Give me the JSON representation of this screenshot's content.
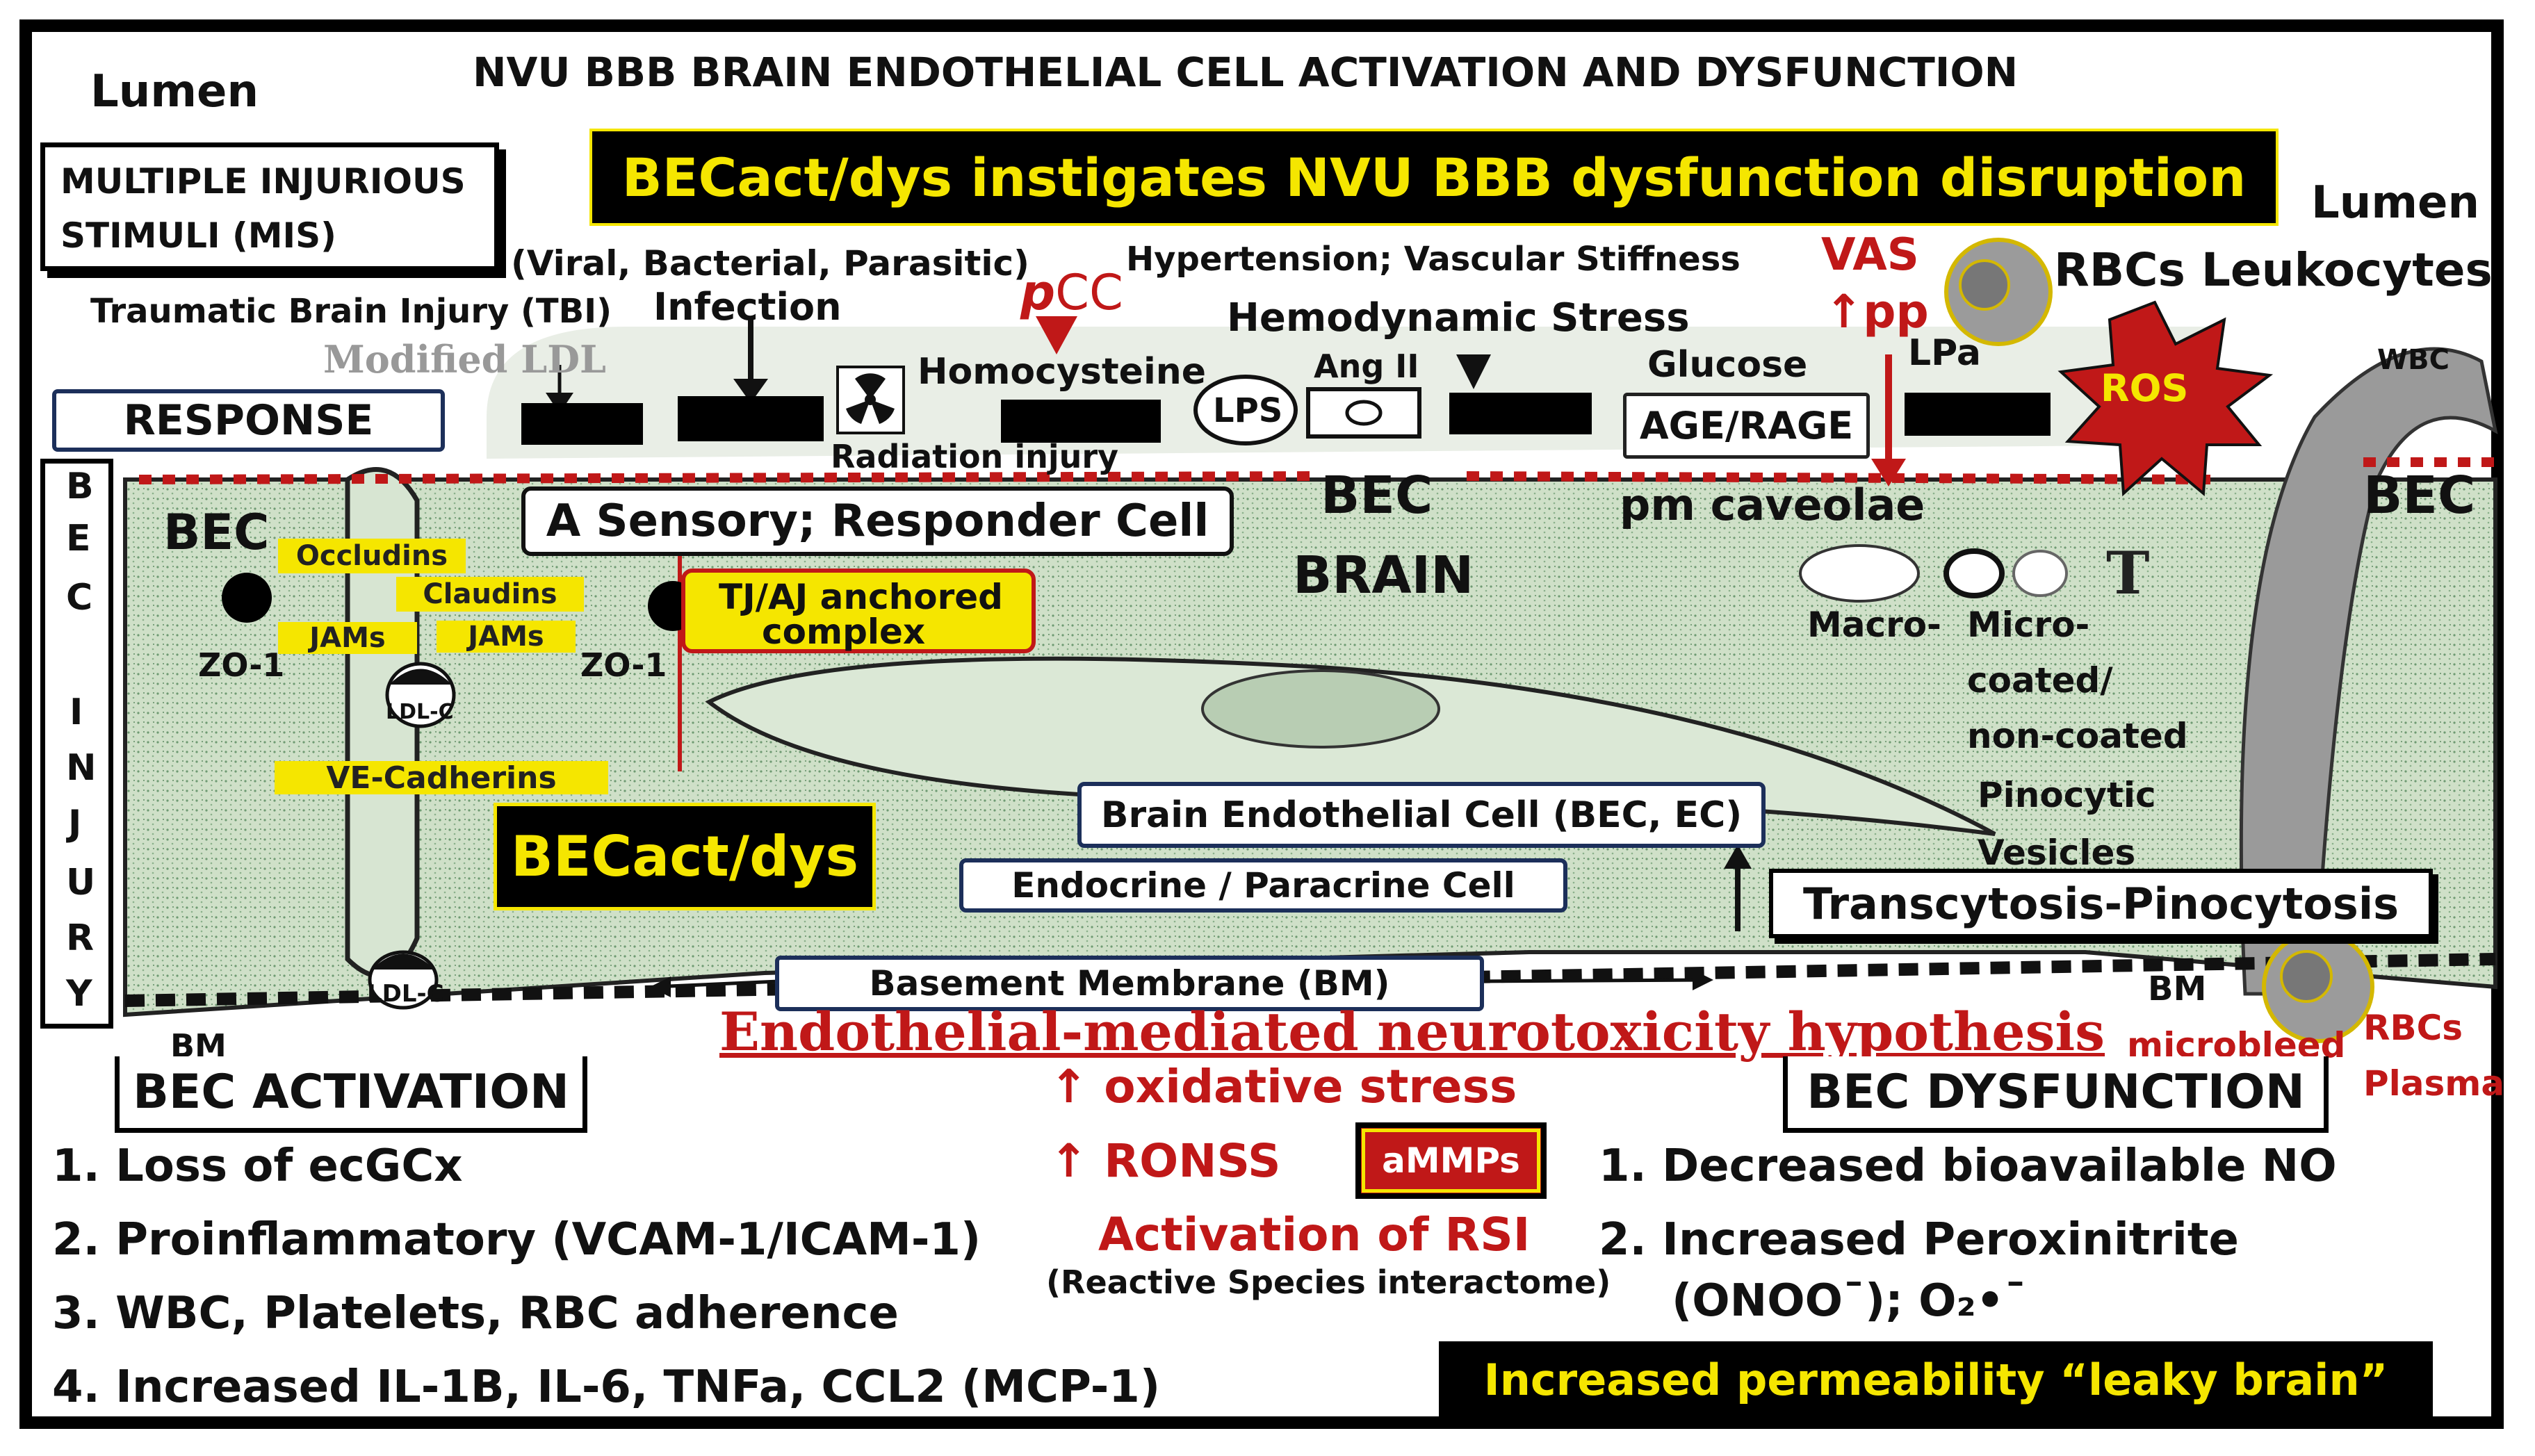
{
  "title": "NVU BBB BRAIN ENDOTHELIAL CELL ACTIVATION AND DYSFUNCTION",
  "banner": "BECact/dys instigates NVU BBB dysfunction disruption",
  "lumen_left": "Lumen",
  "lumen_right": "Lumen",
  "mis_line1": "MULTIPLE INJURIOUS",
  "mis_line2": "STIMULI (MIS)",
  "stimuli": {
    "viral": "(Viral, Bacterial, Parasitic)",
    "hypertension": "Hypertension; Vascular Stiffness",
    "tbi": "Traumatic Brain Injury (TBI)",
    "infection": "Infection",
    "pcc_p": "p",
    "pcc_cc": "CC",
    "hemodynamic": "Hemodynamic Stress",
    "vas": "VAS",
    "pp": "↑pp",
    "rbcs_leuk": "RBCs Leukocytes",
    "modified_ldl": "Modified LDL",
    "homocysteine": "Homocysteine",
    "ang2": "Ang II",
    "glucose": "Glucose",
    "lpa": "LPa",
    "ros": "ROS",
    "wbc": "WBC",
    "lps": "LPS",
    "age_rage": "AGE/RAGE",
    "radiation": "Radiation injury",
    "pm_caveolae": "pm caveolae"
  },
  "response": "RESPONSE",
  "bec_injury": [
    "B",
    "E",
    "C",
    "I",
    "N",
    "J",
    "U",
    "R",
    "Y"
  ],
  "cell": {
    "bec_left": "BEC",
    "bec_mid": "BEC",
    "bec_right": "BEC",
    "brain": "BRAIN",
    "sensory": "A Sensory; Responder Cell",
    "occludins": "Occludins",
    "claudins": "Claudins",
    "jams1": "JAMs",
    "jams2": "JAMs",
    "zo1_left": "ZO-1",
    "zo1_right": "ZO-1",
    "ldlc1": "LDL-C",
    "ldlc2": "LDL-C",
    "ve_cadherins": "VE-Cadherins",
    "tjaj_line1": "TJ/AJ anchored",
    "tjaj_line2": "complex",
    "becactdys": "BECact/dys",
    "bec_ec": "Brain Endothelial Cell (BEC, EC)",
    "endocrine": "Endocrine / Paracrine Cell",
    "basement": "Basement Membrane (BM)",
    "transcytosis": "Transcytosis-Pinocytosis",
    "macro": "Macro-",
    "t": "T",
    "micro_lines": [
      "Micro-",
      "coated/",
      "non-coated",
      "Pinocytic",
      "Vesicles"
    ],
    "bm_left": "BM",
    "bm_right": "BM",
    "microbleed": "microbleed",
    "rbcs": "RBCs",
    "plasma": "Plasma"
  },
  "hypothesis": "Endothelial-mediated neurotoxicity hypothesis",
  "activation_title": "BEC ACTIVATION",
  "activation_items": [
    "1.  Loss of ecGCx",
    "2.  Proinflammatory (VCAM-1/ICAM-1)",
    "3.  WBC, Platelets, RBC adherence",
    "4.  Increased IL-1B, IL-6, TNFa, CCL2 (MCP-1)"
  ],
  "center": {
    "oxidative": "↑ oxidative stress",
    "ronss": "↑ RONSS",
    "ammps": "aMMPs",
    "rsi": "Activation of RSI",
    "rsi_sub": "(Reactive Species interactome)"
  },
  "dysfunction_title": "BEC DYSFUNCTION",
  "dysfunction_items": [
    "1.  Decreased bioavailable NO",
    "2.  Increased Peroxinitrite"
  ],
  "onoo": "(ONOO¯);  O₂•¯",
  "leaky": "Increased permeability “leaky brain”",
  "colors": {
    "banner_bg": "#000000",
    "banner_fg": "#f5e600",
    "accent_red": "#c01818",
    "cell_green": "#c9dcc4"
  }
}
